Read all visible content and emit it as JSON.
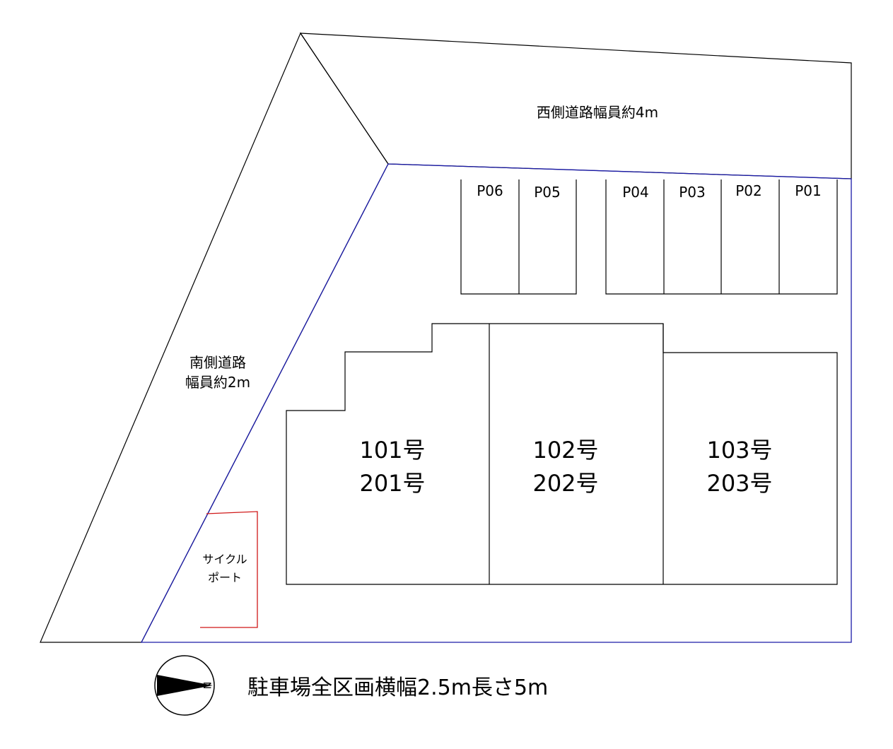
{
  "roads": {
    "west": {
      "label": "西側道路幅員約4m"
    },
    "south": {
      "line1": "南側道路",
      "line2": "幅員約2m"
    }
  },
  "parking_slots": [
    "P06",
    "P05",
    "P04",
    "P03",
    "P02",
    "P01"
  ],
  "units": [
    {
      "line1": "101号",
      "line2": "201号"
    },
    {
      "line1": "102号",
      "line2": "202号"
    },
    {
      "line1": "103号",
      "line2": "203号"
    }
  ],
  "cycle_port": {
    "line1": "サイクル",
    "line2": "ポート"
  },
  "compass": {
    "letter": "N"
  },
  "note": "駐車場全区画横幅2.5m長さ5m",
  "colors": {
    "boundary": "#1a1aa8",
    "cycle_port": "#d01818",
    "lines": "#000000"
  }
}
